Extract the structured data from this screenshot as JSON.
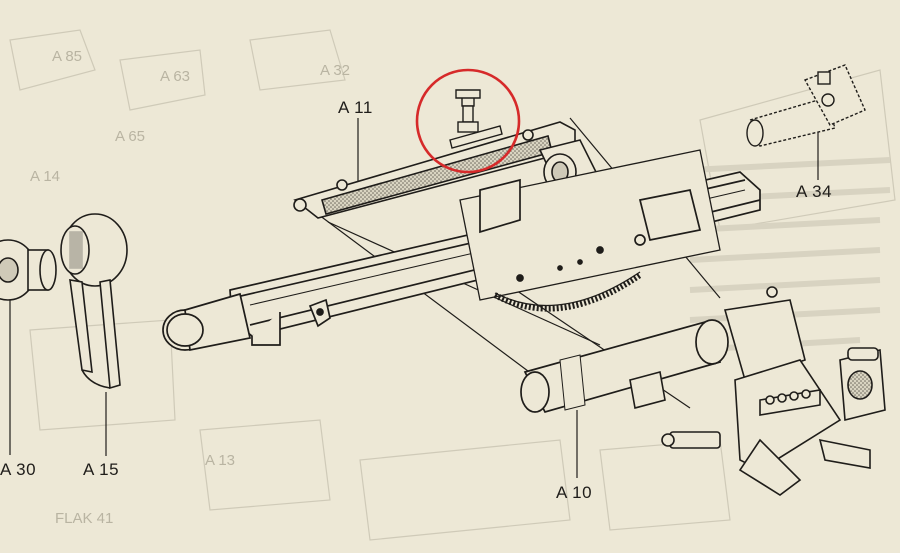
{
  "labels": {
    "a11": "A 11",
    "a34": "A 34",
    "a30": "A 30",
    "a15": "A 15",
    "a10": "A 10"
  },
  "bleed_through": {
    "a85": "A 85",
    "a63": "A 63",
    "a32": "A 32",
    "a65": "A 65",
    "a14": "A 14",
    "a13": "A 13",
    "flak": "FLAK 41"
  },
  "colors": {
    "paper": "#ede8d6",
    "ink": "#1f1d1a",
    "highlight_circle": "#d62a2a",
    "stipple": "#9e9a8c"
  },
  "highlight": {
    "shape": "circle",
    "target": "A 11 sight post"
  }
}
